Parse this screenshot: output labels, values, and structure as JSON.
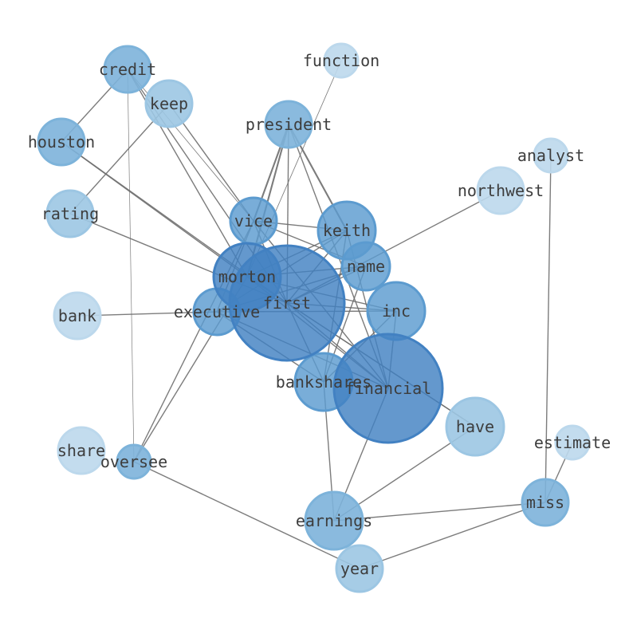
{
  "colors": {
    "edge": "#6e6e6e",
    "label": "#3d3d3d",
    "palette": [
      "#dbe7f5",
      "#bcd8ec",
      "#9cc6e3",
      "#7db3da",
      "#5c9bcf",
      "#4281c2"
    ]
  },
  "graph": {
    "nodes": [
      {
        "id": "first",
        "label": "first",
        "weight": 1.0
      },
      {
        "id": "financial",
        "label": "financial",
        "weight": 0.9
      },
      {
        "id": "morton",
        "label": "morton",
        "weight": 0.95
      },
      {
        "id": "keith",
        "label": "keith",
        "weight": 0.85
      },
      {
        "id": "executive",
        "label": "executive",
        "weight": 0.8
      },
      {
        "id": "inc",
        "label": "inc",
        "weight": 0.8
      },
      {
        "id": "bankshares",
        "label": "bankshares",
        "weight": 0.75
      },
      {
        "id": "name",
        "label": "name",
        "weight": 0.8
      },
      {
        "id": "vice",
        "label": "vice",
        "weight": 0.85
      },
      {
        "id": "president",
        "label": "president",
        "weight": 0.6
      },
      {
        "id": "credit",
        "label": "credit",
        "weight": 0.6
      },
      {
        "id": "houston",
        "label": "houston",
        "weight": 0.55
      },
      {
        "id": "keep",
        "label": "keep",
        "weight": 0.35
      },
      {
        "id": "rating",
        "label": "rating",
        "weight": 0.35
      },
      {
        "id": "have",
        "label": "have",
        "weight": 0.45
      },
      {
        "id": "earnings",
        "label": "earnings",
        "weight": 0.5
      },
      {
        "id": "miss",
        "label": "miss",
        "weight": 0.55
      },
      {
        "id": "year",
        "label": "year",
        "weight": 0.35
      },
      {
        "id": "oversee",
        "label": "oversee",
        "weight": 0.5
      },
      {
        "id": "function",
        "label": "function",
        "weight": 0.1
      },
      {
        "id": "analyst",
        "label": "analyst",
        "weight": 0.1
      },
      {
        "id": "northwest",
        "label": "northwest",
        "weight": 0.1
      },
      {
        "id": "bank",
        "label": "bank",
        "weight": 0.1
      },
      {
        "id": "share",
        "label": "share",
        "weight": 0.1
      },
      {
        "id": "estimate",
        "label": "estimate",
        "weight": 0.1
      }
    ],
    "edges": [
      {
        "source": "credit",
        "target": "houston",
        "weight": 1
      },
      {
        "source": "credit",
        "target": "morton",
        "weight": 1
      },
      {
        "source": "credit",
        "target": "first",
        "weight": 1
      },
      {
        "source": "credit",
        "target": "vice",
        "weight": 0.6
      },
      {
        "source": "credit",
        "target": "oversee",
        "weight": 0.5
      },
      {
        "source": "keep",
        "target": "rating",
        "weight": 1
      },
      {
        "source": "keep",
        "target": "vice",
        "weight": 1
      },
      {
        "source": "houston",
        "target": "morton",
        "weight": 1
      },
      {
        "source": "houston",
        "target": "first",
        "weight": 1
      },
      {
        "source": "rating",
        "target": "first",
        "weight": 1
      },
      {
        "source": "president",
        "target": "vice",
        "weight": 1.5
      },
      {
        "source": "president",
        "target": "keith",
        "weight": 1.5
      },
      {
        "source": "president",
        "target": "morton",
        "weight": 1.5
      },
      {
        "source": "president",
        "target": "first",
        "weight": 1
      },
      {
        "source": "president",
        "target": "financial",
        "weight": 1
      },
      {
        "source": "function",
        "target": "morton",
        "weight": 0.6
      },
      {
        "source": "vice",
        "target": "keith",
        "weight": 1
      },
      {
        "source": "vice",
        "target": "first",
        "weight": 1
      },
      {
        "source": "vice",
        "target": "name",
        "weight": 1
      },
      {
        "source": "vice",
        "target": "financial",
        "weight": 1
      },
      {
        "source": "vice",
        "target": "executive",
        "weight": 1
      },
      {
        "source": "vice",
        "target": "oversee",
        "weight": 1
      },
      {
        "source": "keith",
        "target": "morton",
        "weight": 1
      },
      {
        "source": "keith",
        "target": "first",
        "weight": 1
      },
      {
        "source": "keith",
        "target": "financial",
        "weight": 1
      },
      {
        "source": "keith",
        "target": "bankshares",
        "weight": 1
      },
      {
        "source": "keith",
        "target": "executive",
        "weight": 1
      },
      {
        "source": "northwest",
        "target": "first",
        "weight": 1
      },
      {
        "source": "name",
        "target": "morton",
        "weight": 1
      },
      {
        "source": "name",
        "target": "executive",
        "weight": 1
      },
      {
        "source": "name",
        "target": "bankshares",
        "weight": 1
      },
      {
        "source": "name",
        "target": "first",
        "weight": 1
      },
      {
        "source": "morton",
        "target": "inc",
        "weight": 1
      },
      {
        "source": "morton",
        "target": "financial",
        "weight": 1
      },
      {
        "source": "morton",
        "target": "oversee",
        "weight": 1
      },
      {
        "source": "morton",
        "target": "have",
        "weight": 1
      },
      {
        "source": "first",
        "target": "inc",
        "weight": 1
      },
      {
        "source": "first",
        "target": "financial",
        "weight": 1
      },
      {
        "source": "first",
        "target": "bankshares",
        "weight": 1
      },
      {
        "source": "first",
        "target": "have",
        "weight": 1
      },
      {
        "source": "executive",
        "target": "inc",
        "weight": 1
      },
      {
        "source": "executive",
        "target": "financial",
        "weight": 1
      },
      {
        "source": "executive",
        "target": "bankshares",
        "weight": 1
      },
      {
        "source": "bank",
        "target": "executive",
        "weight": 1
      },
      {
        "source": "inc",
        "target": "financial",
        "weight": 1
      },
      {
        "source": "inc",
        "target": "bankshares",
        "weight": 1
      },
      {
        "source": "bankshares",
        "target": "earnings",
        "weight": 1
      },
      {
        "source": "financial",
        "target": "earnings",
        "weight": 1
      },
      {
        "source": "have",
        "target": "earnings",
        "weight": 1
      },
      {
        "source": "earnings",
        "target": "miss",
        "weight": 1
      },
      {
        "source": "analyst",
        "target": "miss",
        "weight": 1
      },
      {
        "source": "estimate",
        "target": "miss",
        "weight": 1
      },
      {
        "source": "miss",
        "target": "year",
        "weight": 1
      },
      {
        "source": "oversee",
        "target": "year",
        "weight": 1
      }
    ]
  }
}
